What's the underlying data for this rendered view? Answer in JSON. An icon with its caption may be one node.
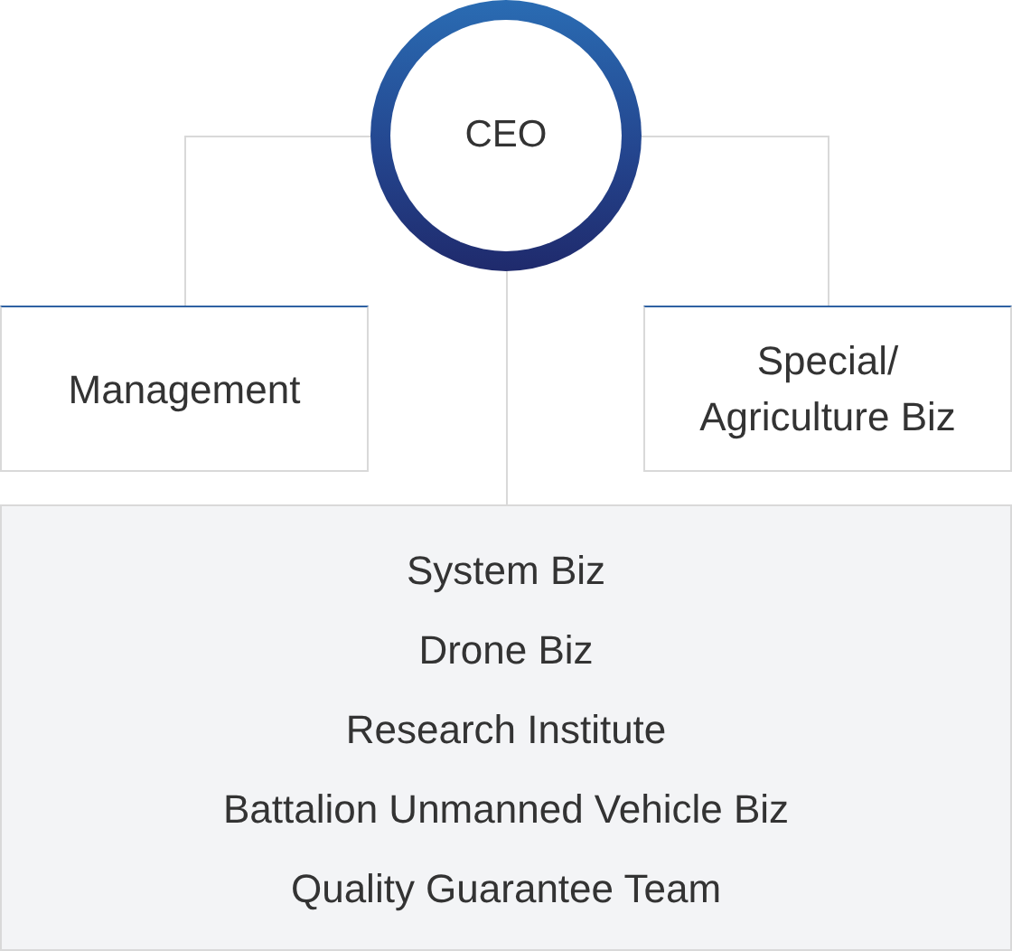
{
  "diagram": {
    "nodes": [
      {
        "text": [
          "CEO"
        ]
      },
      {
        "text": [
          "Management"
        ]
      },
      {
        "text": [
          "Special/ Agriculture Biz"
        ]
      },
      {
        "text": [
          "System Biz",
          "Drone Biz",
          "Research Institute",
          "Battalion Unmanned Vehicle Biz",
          "Quality Guarantee Team"
        ]
      }
    ],
    "edges": [
      {
        "from": 0,
        "to": 1,
        "arrow": "none"
      },
      {
        "from": 0,
        "to": 2,
        "arrow": "none"
      },
      {
        "from": 0,
        "to": 3,
        "arrow": "none"
      }
    ]
  }
}
